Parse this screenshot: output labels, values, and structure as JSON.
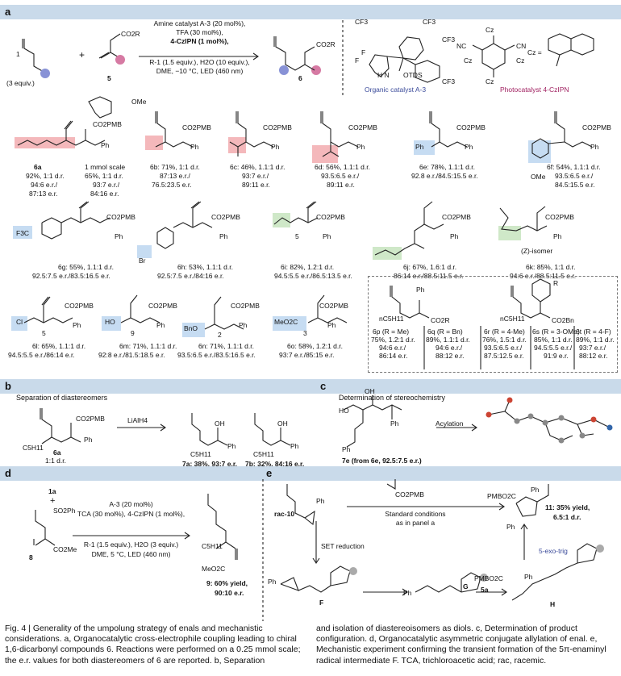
{
  "panels": {
    "a": "a",
    "b": "b",
    "c": "c",
    "d": "d",
    "e": "e"
  },
  "a_scheme": {
    "cmp1_num": "1",
    "cmp1_eq": "(3 equiv.)",
    "plus": "+",
    "cmp5_num": "5",
    "cmp5_sub": "CO2R",
    "cmp6_num": "6",
    "cmp6_sub": "CO2R",
    "cond1": "Amine catalyst A-3 (20 mol%),",
    "cond2": "TFA (30 mol%),",
    "cond3": "4-CzIPN (1 mol%),",
    "cond4": "R-1 (1.5 equiv.), H2O (10 equiv.),",
    "cond5": "DME, −10 °C, LED (460 nm)",
    "org_cat": "Organic catalyst A-3",
    "photo_cat": "Photocatalyst 4-CzIPN",
    "cz_eq": "Cz =",
    "otds": "OTDS",
    "cf3": "CF3",
    "f": "F",
    "nc": "NC",
    "cn": "CN",
    "cz": "Cz",
    "hn": "H N"
  },
  "a_products": [
    {
      "id": "6a",
      "l1": "92%, 1:1 d.r.",
      "l2": "94:6 e.r./",
      "l3": "87:13 e.r."
    },
    {
      "id": "6a_mmol",
      "l0": "1 mmol scale",
      "l1": "65%, 1:1 d.r.",
      "l2": "93:7 e.r./",
      "l3": "84:16 e.r."
    },
    {
      "id": "6b",
      "l1": "6b: 71%, 1:1 d.r.",
      "l2": "87:13 e.r./",
      "l3": "76.5:23.5 e.r."
    },
    {
      "id": "6c",
      "l1": "6c: 46%, 1.1:1 d.r.",
      "l2": "93:7 e.r./",
      "l3": "89:11 e.r."
    },
    {
      "id": "6d",
      "l1": "6d: 56%, 1.1:1 d.r.",
      "l2": "93.5:6.5 e.r./",
      "l3": "89:11 e.r."
    },
    {
      "id": "6e",
      "l1": "6e: 78%, 1.1:1 d.r.",
      "l2": "92.8 e.r./84.5:15.5 e.r."
    },
    {
      "id": "6f",
      "l1": "6f: 54%, 1.1:1 d.r.",
      "l2": "93.5:6.5 e.r./",
      "l3": "84.5:15.5 e.r."
    },
    {
      "id": "6g",
      "l1": "6g: 55%, 1.1:1 d.r.",
      "l2": "92.5:7.5 e.r./83.5:16.5 e.r."
    },
    {
      "id": "6h",
      "l1": "6h: 53%, 1.1:1 d.r.",
      "l2": "92.5:7.5 e.r./84:16 e.r."
    },
    {
      "id": "6i",
      "l1": "6i: 82%, 1.2:1 d.r.",
      "l2": "94.5:5.5 e.r./86.5:13.5 e.r."
    },
    {
      "id": "6j",
      "l1": "6j: 67%, 1.6:1 d.r.",
      "l2": "86:14 e.r./88.5:11.5 e.r."
    },
    {
      "id": "6k",
      "l0": "(Z)-isomer",
      "l1": "6k: 85%, 1:1 d.r.",
      "l2": "94:6 e.r./88.5:11.5 e.r."
    },
    {
      "id": "6l",
      "l1": "6l: 65%, 1.1:1 d.r.",
      "l2": "94.5:5.5 e.r./86:14 e.r."
    },
    {
      "id": "6m",
      "l1": "6m: 71%, 1.1:1 d.r.",
      "l2": "92:8 e.r./81.5:18.5 e.r."
    },
    {
      "id": "6n",
      "l1": "6n: 71%, 1.1:1 d.r.",
      "l2": "93.5:6.5 e.r./83.5:16.5 e.r."
    },
    {
      "id": "6o",
      "l1": "6o: 58%, 1.2:1 d.r.",
      "l2": "93:7 e.r./85:15 e.r."
    }
  ],
  "a_box": [
    {
      "id": "6p",
      "l0": "6p (R = Me)",
      "l1": "75%, 1.2:1 d.r.",
      "l2": "94:6 e.r./",
      "l3": "86:14 e.r."
    },
    {
      "id": "6q",
      "l0": "6q (R = Bn)",
      "l1": "89%, 1.1:1 d.r.",
      "l2": "94:6 e.r./",
      "l3": "88:12 e.r."
    },
    {
      "id": "6r",
      "l0": "6r (R = 4-Me)",
      "l1": "76%, 1.5:1 d.r.",
      "l2": "93.5:6.5 e.r./",
      "l3": "87.5:12.5 e.r."
    },
    {
      "id": "6s",
      "l0": "6s (R = 3-OMe)",
      "l1": "85%, 1:1 d.r.",
      "l2": "94.5:5.5 e.r./",
      "l3": "91:9 e.r."
    },
    {
      "id": "6t",
      "l0": "6t (R = 4-F)",
      "l1": "89%, 1:1 d.r.",
      "l2": "93:7 e.r./",
      "l3": "88:12 e.r."
    }
  ],
  "chem_text": {
    "co2pmb": "CO2PMB",
    "ph": "Ph",
    "ome": "OMe",
    "omeP": "OMe",
    "f3c": "F3C",
    "br": "Br",
    "cl": "Cl",
    "ho": "HO",
    "bno": "BnO",
    "meo2c": "MeO2C",
    "n5": "5",
    "n9": "9",
    "n2": "2",
    "n3": "3",
    "n6": "6",
    "c5h11": "nC5H11",
    "co2r": "CO2R",
    "co2bn": "CO2Bn",
    "r": "R"
  },
  "b": {
    "title": "Separation of diastereomers",
    "reagent": "LiAlH4",
    "sm": "6a",
    "sm_dr": "1:1 d.r.",
    "c5h11": "C5H11",
    "p1": "7a: 38%, 93:7 e.r.",
    "p2": "7b: 32%, 84:16 e.r.",
    "oh": "OH",
    "ph": "Ph"
  },
  "c": {
    "title": "Determination of stereochemistry",
    "reagent": "Acylation",
    "ho": "HO",
    "oh": "OH",
    "ph": "Ph",
    "sm": "7e (from 6e, 92.5:7.5 e.r.)"
  },
  "d": {
    "r1": "1a",
    "plus": "+",
    "so2ph": "SO2Ph",
    "co2me": "CO2Me",
    "r2": "8",
    "cond1": "A-3 (20 mol%)",
    "cond2": "TCA (30 mol%), 4-CzIPN (1 mol%),",
    "cond3": "R-1 (1.5 equiv.), H2O (3 equiv.)",
    "cond4": "DME, 5 °C, LED (460 nm)",
    "c5h11": "C5H11",
    "meo2c": "MeO2C",
    "prod": "9: 60% yield,",
    "prod2": "90:10 e.r."
  },
  "e": {
    "sm": "rac-10",
    "ph": "Ph",
    "reagent": "CO2PMB",
    "cond1": "Standard conditions",
    "cond2": "as in panel a",
    "prod": "11: 35% yield,",
    "prod2": "6.5:1 d.r.",
    "set": "SET reduction",
    "exo": "5-exo-trig",
    "F": "F",
    "G": "G",
    "H": "H",
    "n5a": "5a",
    "pmbo2c": "PMBO2C",
    "pmbo2c2": "PMBO2C"
  },
  "caption": {
    "left": "Fig. 4 | Generality of the umpolung strategy of enals and mechanistic considerations. a, Organocatalytic cross-electrophile coupling leading to chiral 1,6-dicarbonyl compounds 6. Reactions were performed on a 0.25 mmol scale; the e.r. values for both diastereomers of 6 are reported. b, Separation",
    "right": "and isolation of diastereoisomers as diols. c, Determination of product configuration. d, Organocatalytic asymmetric conjugate allylation of enal. e, Mechanistic experiment confirming the transient formation of the 5π-enaminyl radical intermediate F. TCA, trichloroacetic acid; rac, racemic."
  },
  "colors": {
    "header": "#c9daea",
    "highlight_red": "#f4b8bb",
    "highlight_blue": "#c6dcf2",
    "highlight_green": "#cfe8c8",
    "dot_blue": "#8892d6",
    "dot_pink": "#d67aa3"
  }
}
